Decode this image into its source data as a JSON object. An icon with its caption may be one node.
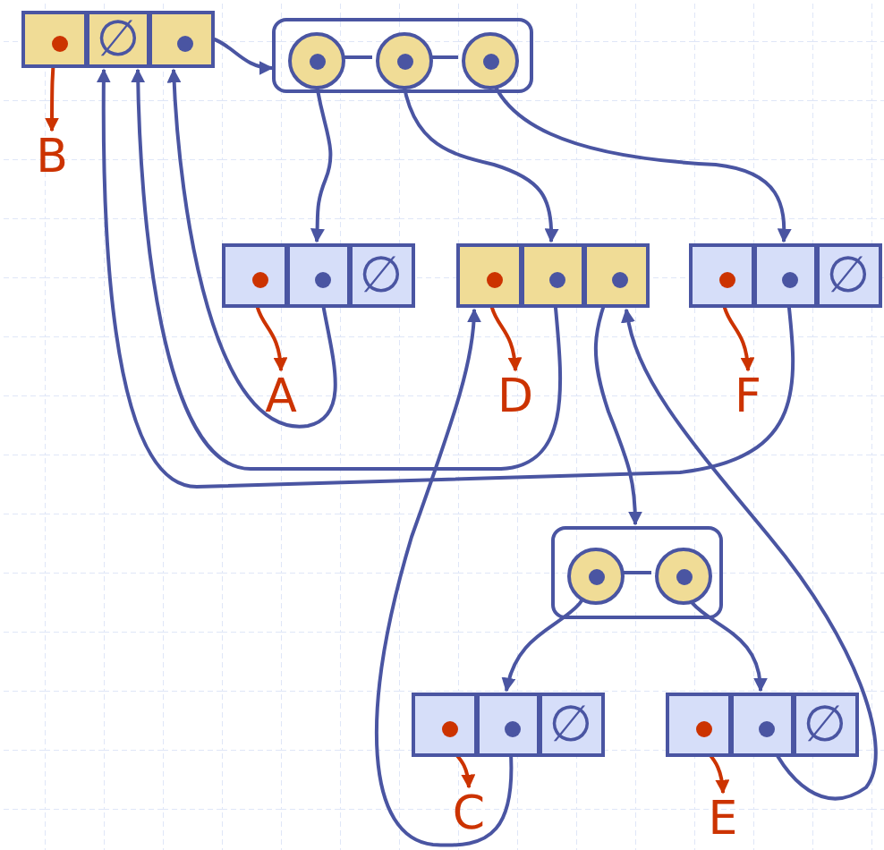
{
  "diagram": {
    "nodes": [
      {
        "text": [],
        "shape": "box"
      },
      {
        "text": [],
        "shape": "box",
        "in": 0
      },
      {
        "text": [
          "∅"
        ],
        "in": 0
      },
      {
        "text": [],
        "shape": "box",
        "in": 0
      },
      {
        "text": [],
        "shape": "box"
      },
      {
        "text": [],
        "shape": "circle",
        "in": 4
      },
      {
        "text": [],
        "shape": "circle",
        "in": 4
      },
      {
        "text": [],
        "shape": "circle",
        "in": 4
      },
      {
        "text": [
          "B"
        ]
      },
      {
        "text": [],
        "shape": "box"
      },
      {
        "text": [],
        "shape": "box",
        "in": 9
      },
      {
        "text": [],
        "shape": "box",
        "in": 9
      },
      {
        "text": [
          "∅"
        ],
        "in": 9
      },
      {
        "text": [],
        "shape": "box"
      },
      {
        "text": [],
        "shape": "box",
        "in": 13
      },
      {
        "text": [],
        "shape": "box",
        "in": 13
      },
      {
        "text": [],
        "shape": "box",
        "in": 13
      },
      {
        "text": [],
        "shape": "box"
      },
      {
        "text": [],
        "shape": "box",
        "in": 17
      },
      {
        "text": [],
        "shape": "box",
        "in": 17
      },
      {
        "text": [
          "∅"
        ],
        "in": 17
      },
      {
        "text": [
          "A"
        ]
      },
      {
        "text": [
          "D"
        ]
      },
      {
        "text": [
          "F"
        ]
      },
      {
        "text": [],
        "shape": "box"
      },
      {
        "text": [],
        "shape": "circle",
        "in": 24
      },
      {
        "text": [],
        "shape": "circle",
        "in": 24
      },
      {
        "text": [],
        "shape": "box"
      },
      {
        "text": [],
        "shape": "box",
        "in": 27
      },
      {
        "text": [],
        "shape": "box",
        "in": 27
      },
      {
        "text": [
          "∅"
        ],
        "in": 27
      },
      {
        "text": [],
        "shape": "box"
      },
      {
        "text": [],
        "shape": "box",
        "in": 31
      },
      {
        "text": [],
        "shape": "box",
        "in": 31
      },
      {
        "text": [
          "∅"
        ],
        "in": 31
      },
      {
        "text": [
          "C"
        ]
      },
      {
        "text": [
          "E"
        ]
      }
    ],
    "edges": [
      {
        "from": 1,
        "to": 8,
        "arrow": "to",
        "color": "#cc3300"
      },
      {
        "from": 3,
        "to": 4,
        "arrow": "to"
      },
      {
        "from": 5,
        "to": 11,
        "arrow": "to"
      },
      {
        "from": 6,
        "to": 15,
        "arrow": "to"
      },
      {
        "from": 7,
        "to": 19,
        "arrow": "to"
      },
      {
        "from": 10,
        "to": 21,
        "arrow": "to",
        "color": "#cc3300"
      },
      {
        "from": 14,
        "to": 22,
        "arrow": "to",
        "color": "#cc3300"
      },
      {
        "from": 18,
        "to": 23,
        "arrow": "to",
        "color": "#cc3300"
      },
      {
        "from": 11,
        "to": 0,
        "arrow": "to"
      },
      {
        "from": 15,
        "to": 0,
        "arrow": "to"
      },
      {
        "from": 19,
        "to": 0,
        "arrow": "to"
      },
      {
        "from": 16,
        "to": 24,
        "arrow": "to"
      },
      {
        "from": 25,
        "to": 29,
        "arrow": "to"
      },
      {
        "from": 26,
        "to": 33,
        "arrow": "to"
      },
      {
        "from": 28,
        "to": 35,
        "arrow": "to",
        "color": "#cc3300"
      },
      {
        "from": 32,
        "to": 36,
        "arrow": "to",
        "color": "#cc3300"
      },
      {
        "from": 29,
        "to": 13,
        "arrow": "to"
      },
      {
        "from": 33,
        "to": 13,
        "arrow": "to"
      },
      {
        "from": 5,
        "to": 6,
        "arrow": "none"
      },
      {
        "from": 6,
        "to": 7,
        "arrow": "none"
      },
      {
        "from": 25,
        "to": 26,
        "arrow": "none"
      }
    ]
  }
}
